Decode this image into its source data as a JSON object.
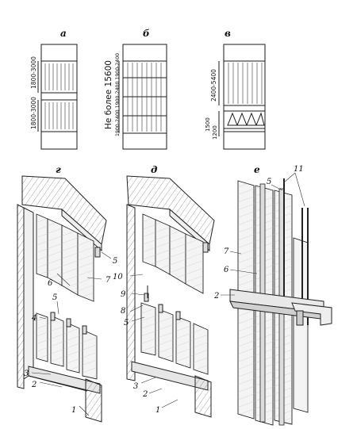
{
  "labels": {
    "a": "а",
    "b": "б",
    "v": "в",
    "g": "г",
    "d": "д",
    "e": "е"
  },
  "dims": {
    "a_top": "1800-3000",
    "a_bottom": "1800-3000",
    "b_max": "Не более 15600",
    "b_sections": "1900-2400 1900-2400 1900-2400",
    "v_top": "2400-5400",
    "v_mid": "1500",
    "v_bottom": "1200"
  },
  "callouts": {
    "n1": "1",
    "n2": "2",
    "n3": "3",
    "n4": "4",
    "n5": "5",
    "n6": "6",
    "n7": "7",
    "n8": "8",
    "n9": "9",
    "n10": "10",
    "n11": "11"
  }
}
